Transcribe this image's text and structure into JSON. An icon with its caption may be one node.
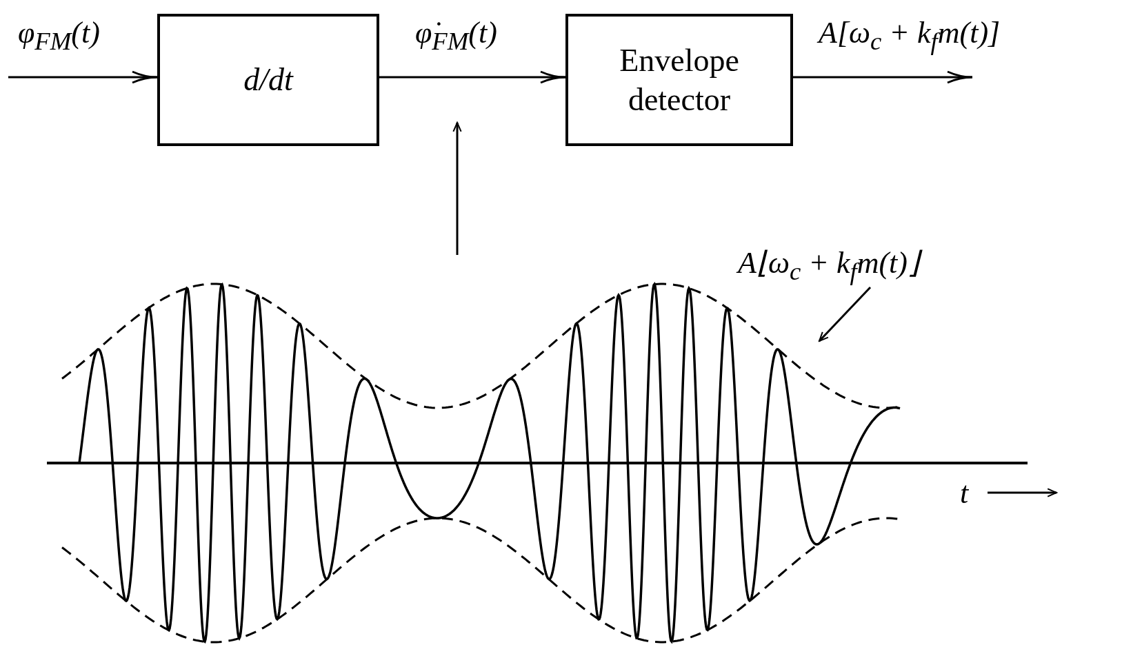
{
  "diagram": {
    "nodes": [
      {
        "text": [
          "d/dt"
        ]
      },
      {
        "text": [
          "Envelope detector"
        ]
      },
      {
        "text": [],
        "shape": "picture"
      },
      {
        "text": [
          "A⌊ω$_{c}$ + k$_{f}$m(t)⌋"
        ]
      }
    ],
    "edges": [
      {
        "from": null,
        "to": 0,
        "arrow": "to",
        "label": "φ$_{FM}$(t)"
      },
      {
        "from": 0,
        "to": 1,
        "arrow": "to",
        "label": "φ̇$_{FM}$(t)"
      },
      {
        "from": 1,
        "to": null,
        "arrow": "to",
        "label": "A[ω$_{c}$ + k$_{f}$m(t)]"
      },
      {
        "from": 2,
        "to": null,
        "arrow": "to"
      },
      {
        "from": 3,
        "to": 2,
        "arrow": "to"
      }
    ],
    "labels": [
      "t"
    ]
  }
}
